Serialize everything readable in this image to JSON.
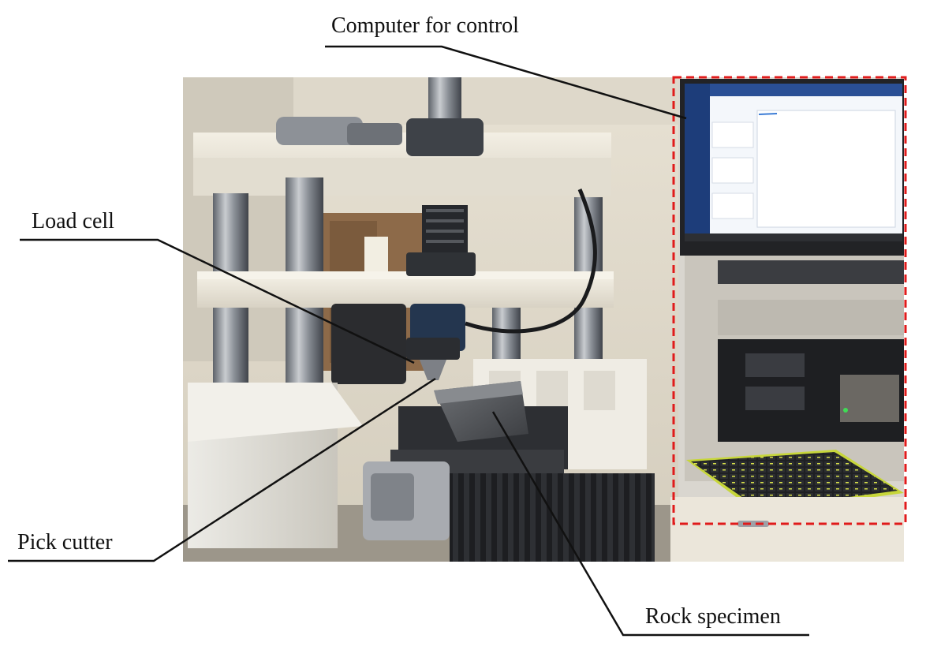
{
  "labels": {
    "computer": "Computer for control",
    "load_cell": "Load cell",
    "pick_cutter": "Pick cutter",
    "rock_specimen": "Rock specimen"
  },
  "colors": {
    "highlight_box": "#e01b1b",
    "leader_lines": "#111111",
    "monitor_screen": "#f4f7fb",
    "screen_sidebar": "#1d3d7a"
  },
  "photo_subject": "laboratory linear cutting test machine with pick cutter, load cell, rock specimen and control computer rack"
}
